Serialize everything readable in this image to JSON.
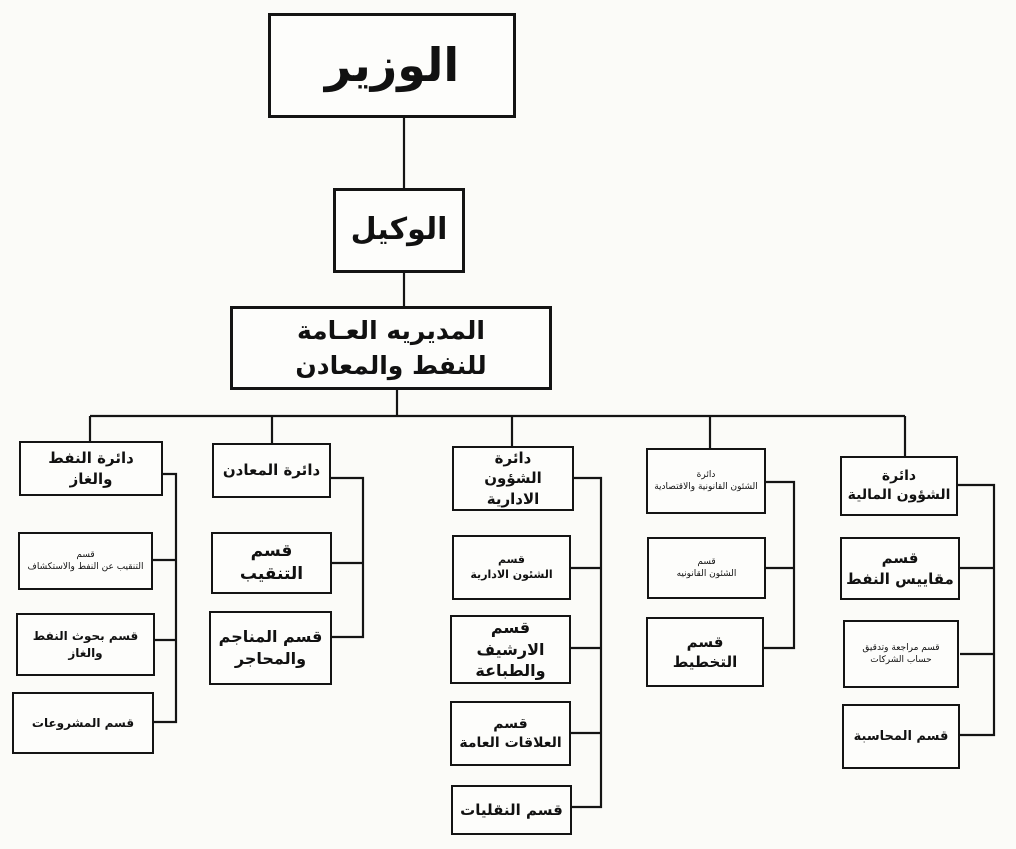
{
  "diagram": {
    "minister": "الوزير",
    "deputy": "الوكيل",
    "directorate": {
      "line1": "المديريه العـامة",
      "line2": "للنفط والمعادن"
    },
    "departments": {
      "oil_gas": {
        "title": {
          "line1": "دائرة النفط",
          "line2": "والغاز"
        },
        "sections": [
          {
            "line1": "قسم",
            "line2": "التنقيب عن النفط والاستكشاف"
          },
          {
            "line1": "قسم بحوث النفط",
            "line2": "والغاز"
          },
          {
            "line1": "قسم المشروعات",
            "line2": ""
          }
        ]
      },
      "minerals": {
        "title": {
          "line1": "دائرة المعادن",
          "line2": ""
        },
        "sections": [
          {
            "line1": "قسم التنقيب",
            "line2": ""
          },
          {
            "line1": "قسم المناجم",
            "line2": "والمحاجر"
          }
        ]
      },
      "admin": {
        "title": {
          "line1": "دائرة",
          "line2": "الشؤون الادارية"
        },
        "sections": [
          {
            "line1": "قسم",
            "line2": "الشئون الادارية"
          },
          {
            "line1": "قسم الارشيف",
            "line2": "والطباعة"
          },
          {
            "line1": "قسم",
            "line2": "العلاقات العامة"
          },
          {
            "line1": "قسم النقليات",
            "line2": ""
          }
        ]
      },
      "legal": {
        "title": {
          "line1": "دائرة",
          "line2": "الشئون القانونية والاقتصادية"
        },
        "sections": [
          {
            "line1": "قسم",
            "line2": "الشئون القانونيه"
          },
          {
            "line1": "قسم التخطيط",
            "line2": ""
          }
        ]
      },
      "finance": {
        "title": {
          "line1": "دائرة",
          "line2": "الشؤون المالية"
        },
        "sections": [
          {
            "line1": "قسم",
            "line2": "مقاييس النفط"
          },
          {
            "line1": "قسم مراجعة وتدقيق",
            "line2": "حساب الشركات"
          },
          {
            "line1": "قسم المحاسبة",
            "line2": ""
          }
        ]
      }
    }
  }
}
